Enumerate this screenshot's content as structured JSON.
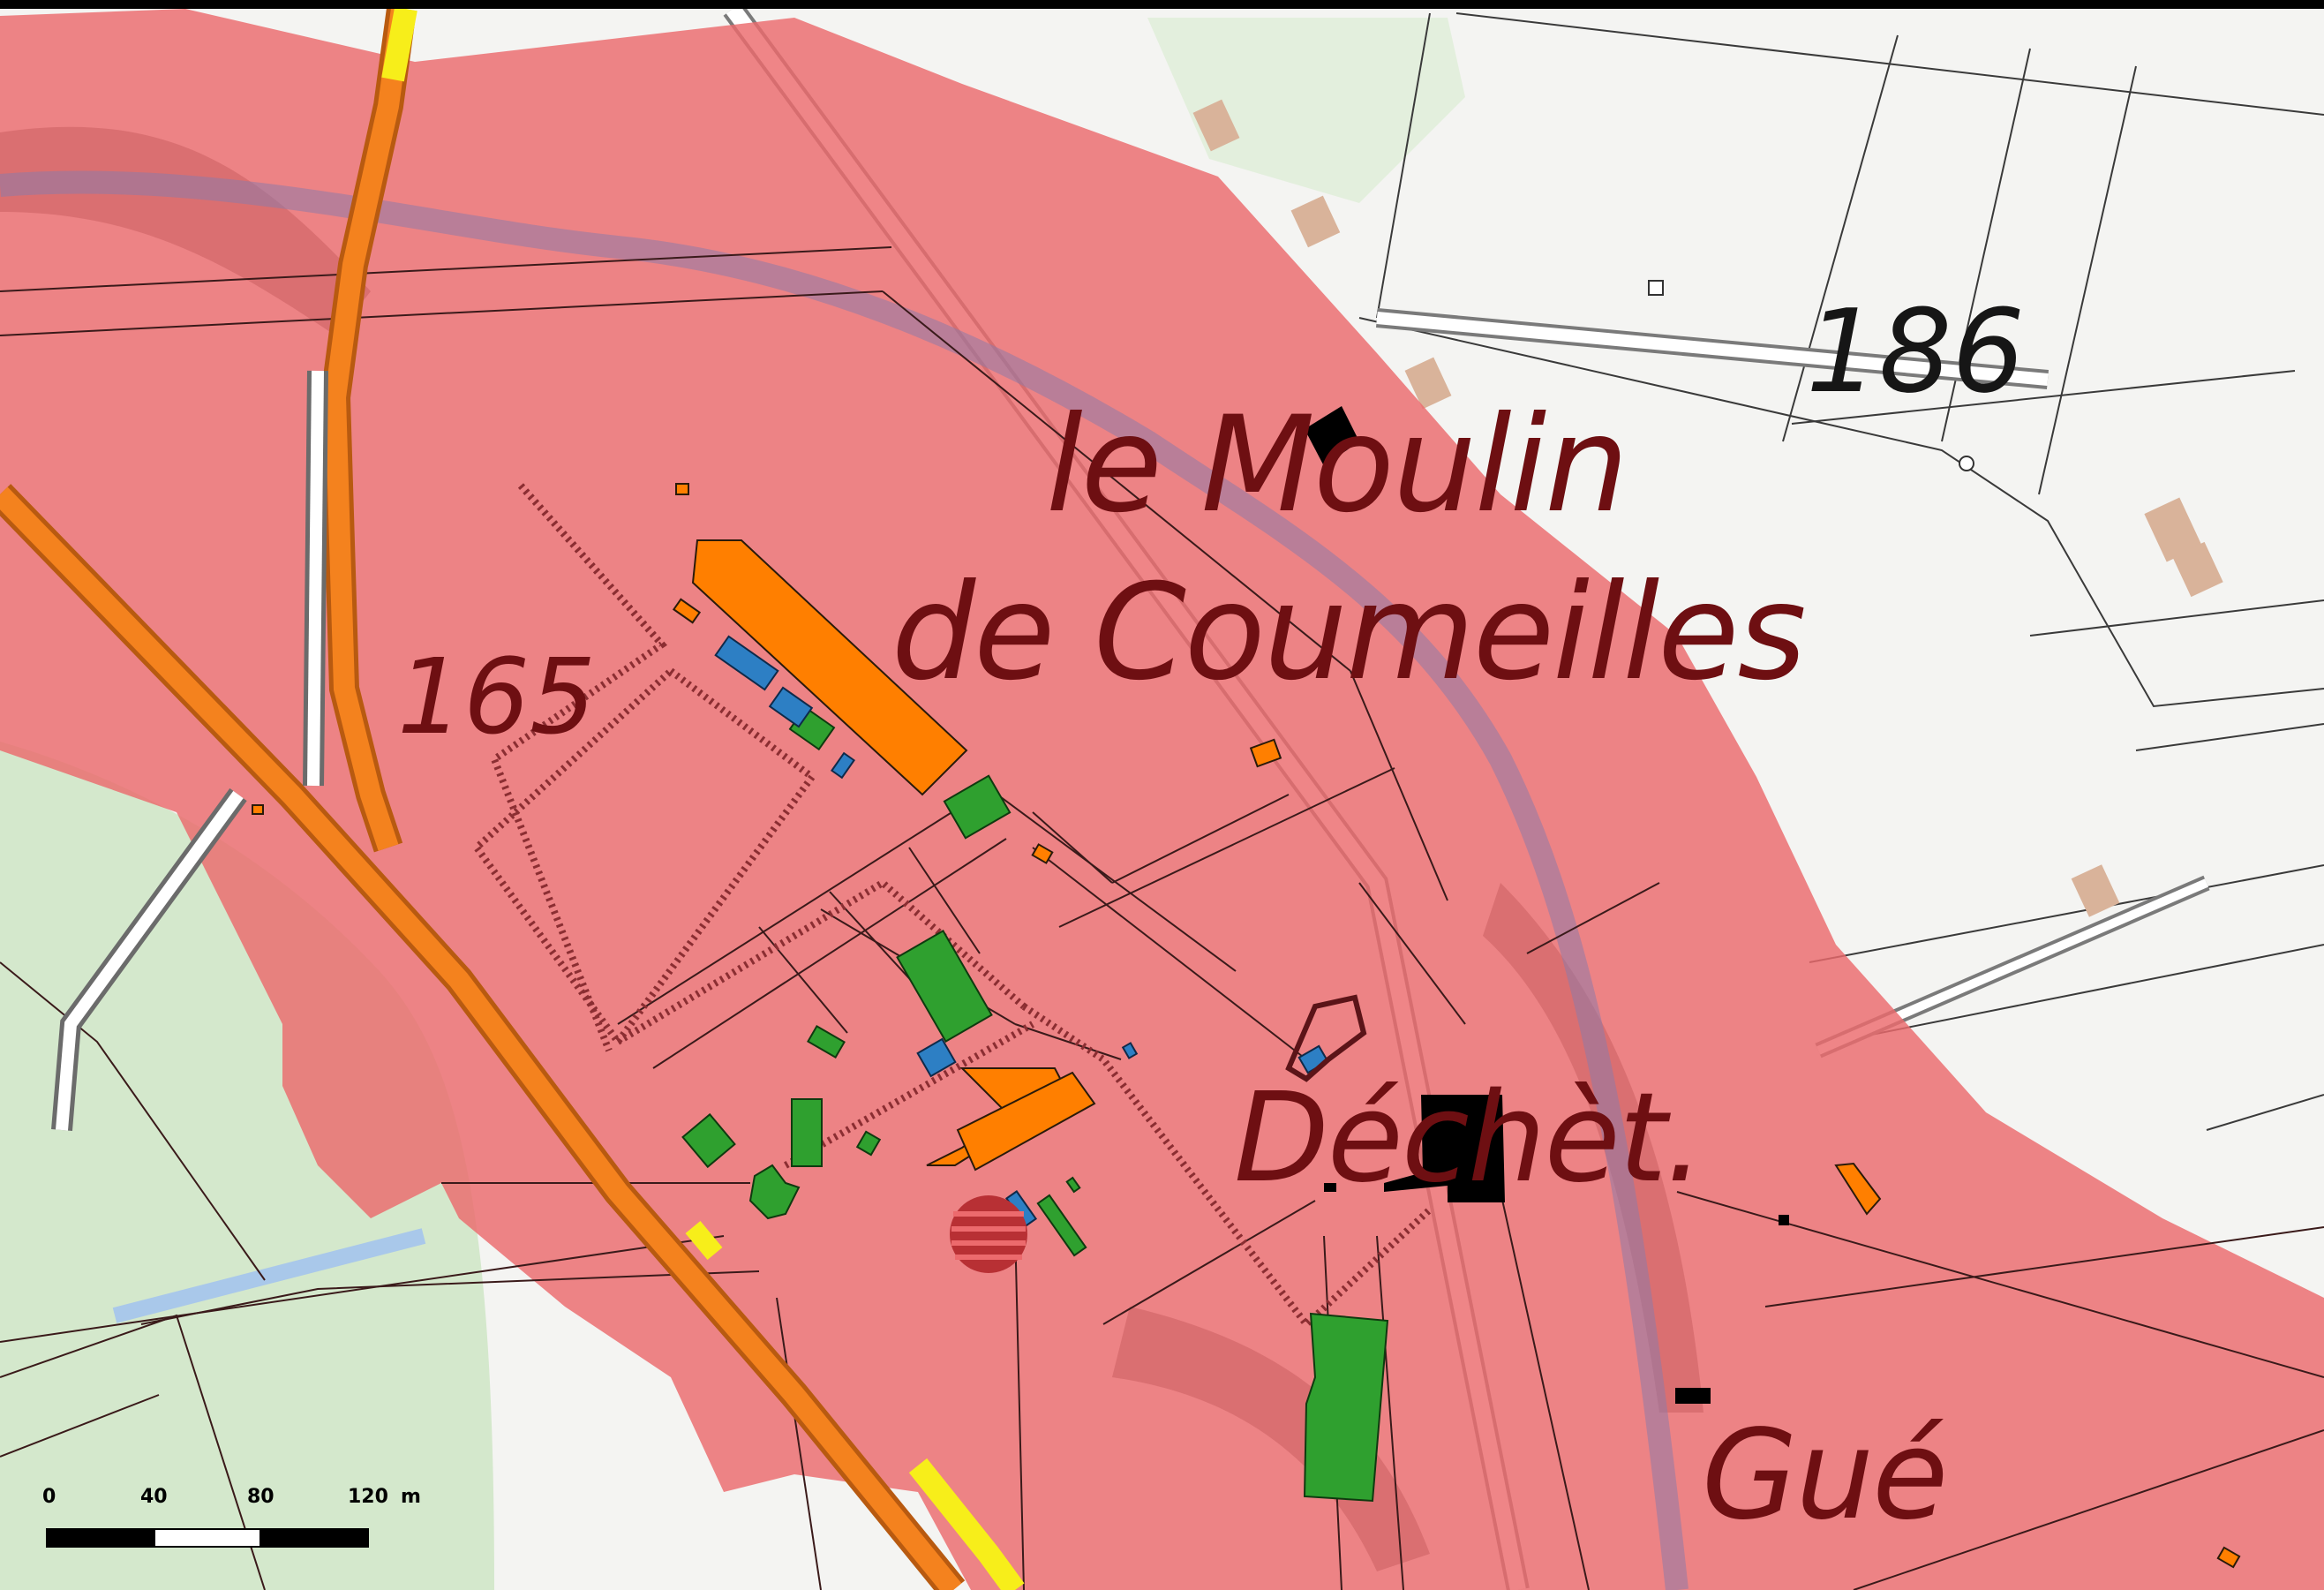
{
  "map": {
    "labels": {
      "place_moulin_line1": "le Moulin",
      "place_moulin_line2": "de Coumeilles",
      "place_dechet": "Déchèt.",
      "place_gue": "Gué",
      "elevation_165": "165",
      "elevation_186": "186"
    },
    "scale_bar": {
      "ticks": [
        "0",
        "40",
        "80",
        "120"
      ],
      "unit": "m"
    }
  },
  "colors": {
    "flood_zone": "#ec6a6d",
    "forest": "#d4e8cc",
    "main_road_fill": "#f4821e",
    "main_road_casing": "#b85a10",
    "road_yellow": "#f7ee1a",
    "building_orange": "#ff7f00",
    "building_green": "#2fa02f",
    "building_blue": "#2d7fc4",
    "building_black": "#000000",
    "building_gray": "#d9b39a"
  }
}
